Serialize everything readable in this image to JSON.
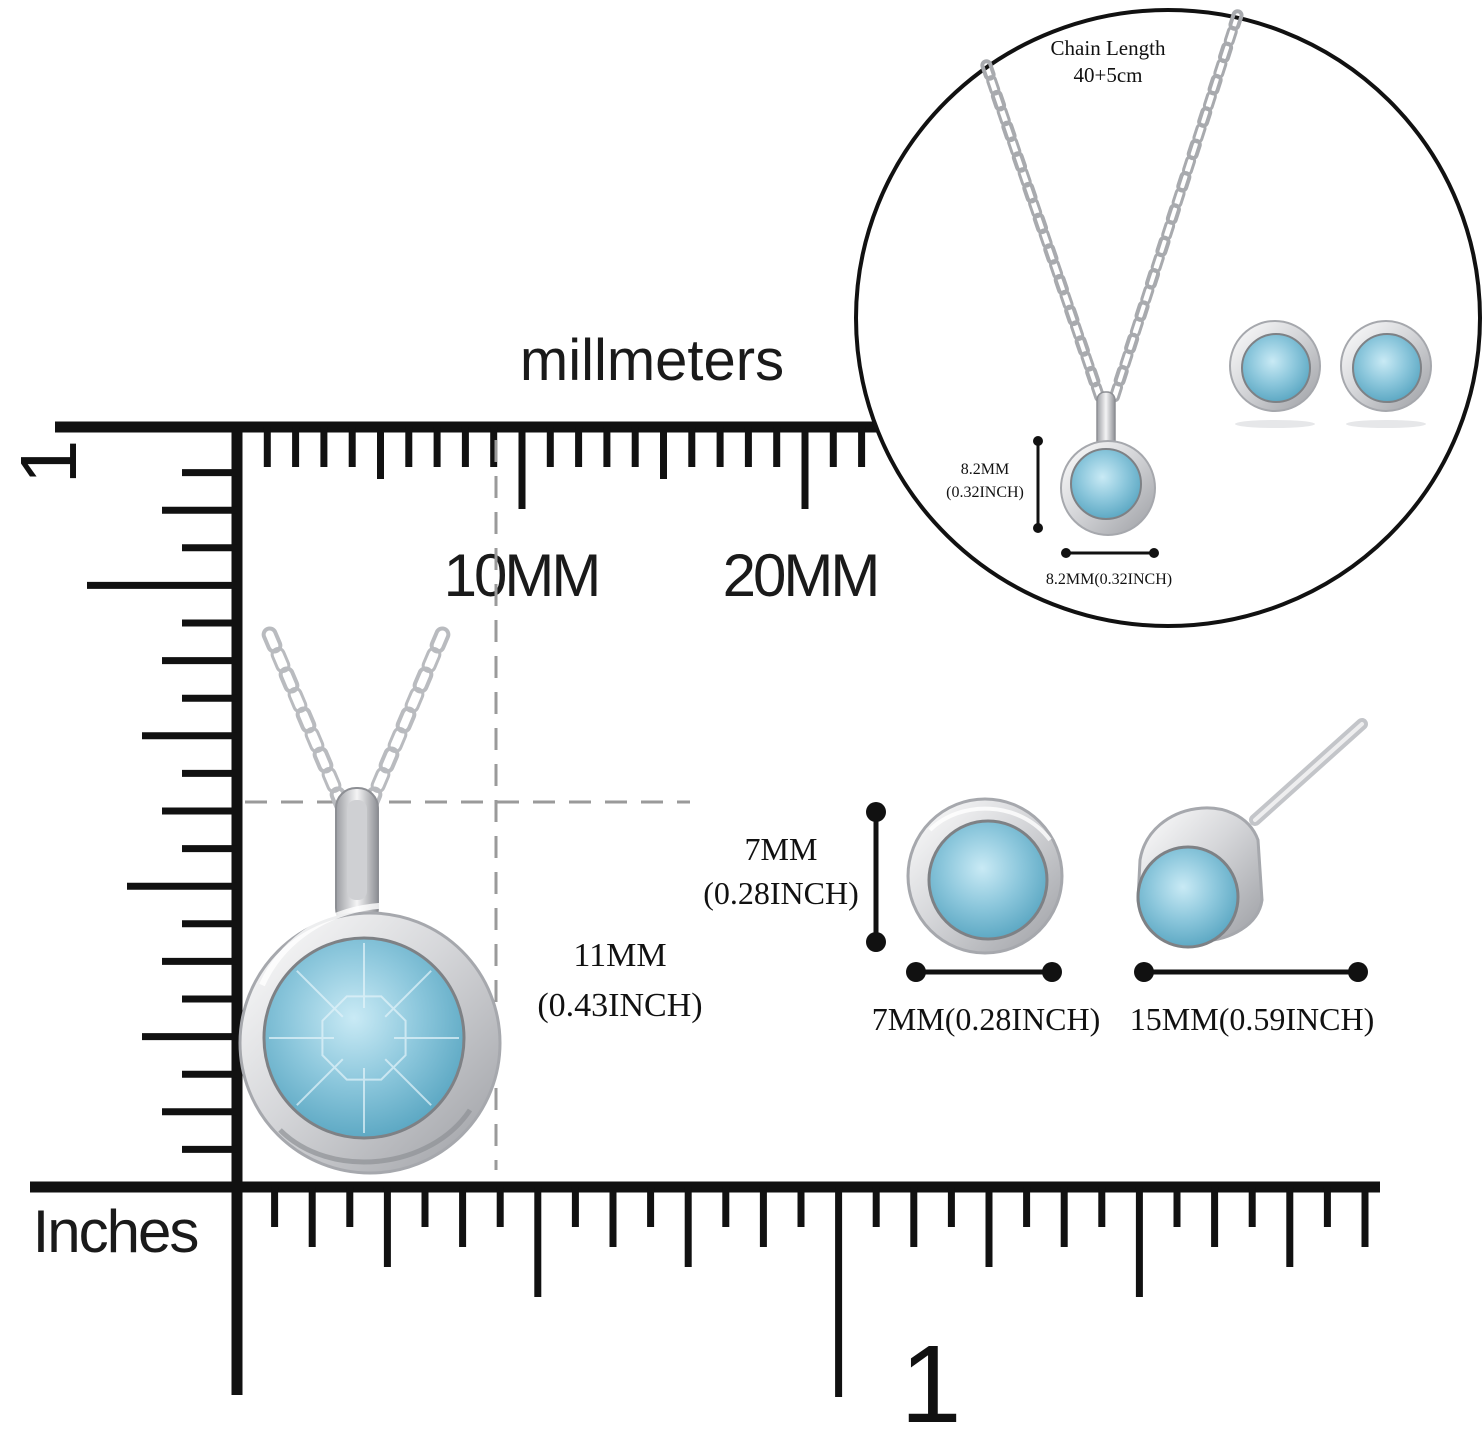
{
  "ruler": {
    "top_title": "millmeters",
    "mark_10": "10MM",
    "mark_20": "20MM",
    "left_number": "1",
    "bottom_title": "Inches",
    "bottom_number": "1"
  },
  "pendant": {
    "size_mm": "11MM",
    "size_inch": "(0.43INCH)"
  },
  "earring_front": {
    "height_mm": "7MM",
    "height_inch": "(0.28INCH)",
    "width": "7MM(0.28INCH)"
  },
  "earring_side": {
    "length": "15MM(0.59INCH)"
  },
  "inset": {
    "chain_title": "Chain Length",
    "chain_value": "40+5cm",
    "pendant_height_mm": "8.2MM",
    "pendant_height_inch": "(0.32INCH)",
    "pendant_width": "8.2MM(0.32INCH)"
  },
  "colors": {
    "gem": "#8cc7dc",
    "gem_dark": "#5ea9c4",
    "silver": "#d9dadd",
    "ink": "#111111",
    "dash": "#9a9a9a"
  }
}
